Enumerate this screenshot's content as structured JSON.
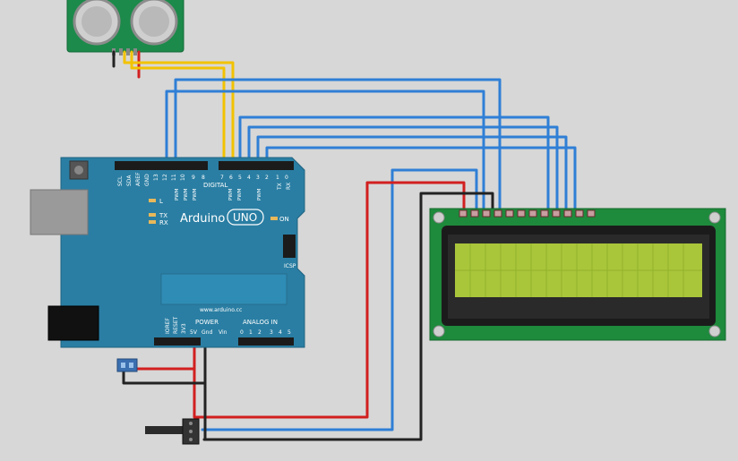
{
  "arduino": {
    "brand": "Arduino",
    "model": "UNO",
    "site": "www.arduino.cc",
    "digital_header": "DIGITAL",
    "pwm_marks": [
      "PWM",
      "PWM",
      "PWM",
      "PWM",
      "PWM",
      "PWM"
    ],
    "top_pin_labels": [
      "SCL",
      "SDA",
      "AREF",
      "GND",
      "13",
      "12",
      "11",
      "10",
      "9",
      "8"
    ],
    "top_pin_labels2": [
      "7",
      "6",
      "5",
      "4",
      "3",
      "2",
      "1",
      "0"
    ],
    "tx": "TX",
    "rx": "RX",
    "tx_side": "TX",
    "rx_side": "RX",
    "led_l": "L",
    "on": "ON",
    "icsp": "ICSP",
    "power": "POWER",
    "power_pins": [
      "IOREF",
      "RESET",
      "3V3",
      "5V",
      "Gnd",
      "Vin"
    ],
    "analog_in": "ANALOG IN",
    "analog_pins": [
      "0",
      "1",
      "2",
      "3",
      "4",
      "5"
    ]
  },
  "colors": {
    "background": "#d7d7d7",
    "board": "#2a7ea3",
    "wire_blue": "#2f7fd6",
    "wire_yellow": "#f2c200",
    "wire_red": "#d21f1f",
    "wire_black": "#222222",
    "lcd_board": "#1e8a3c",
    "lcd_screen": "#a9c53a",
    "sensor_board": "#1c8a4a"
  }
}
